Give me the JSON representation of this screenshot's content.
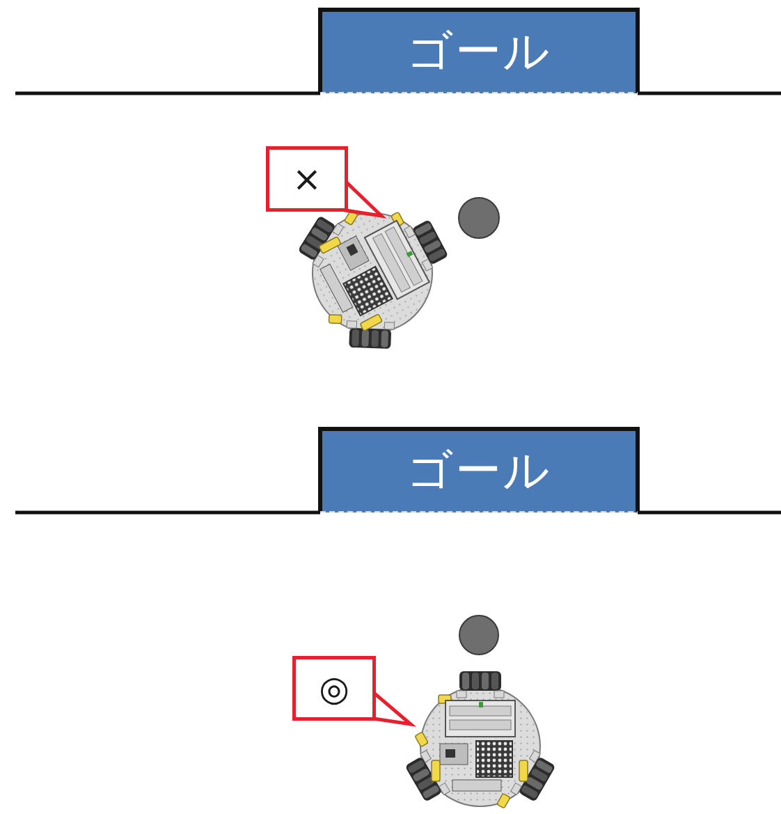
{
  "diagram": {
    "nodes": [
      {
        "text": [
          "ゴール"
        ]
      },
      {
        "text": [
          "×"
        ]
      },
      {
        "text": [
          "ゴール"
        ]
      },
      {
        "text": [
          "◎"
        ]
      }
    ]
  }
}
